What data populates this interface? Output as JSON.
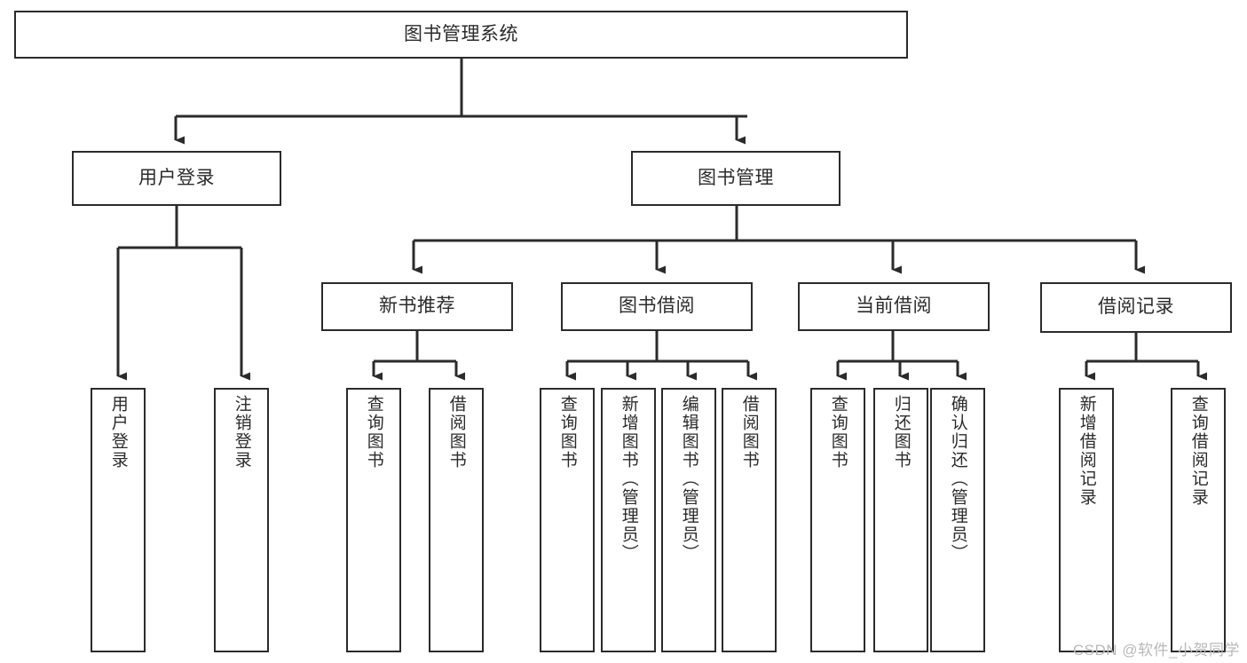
{
  "diagram": {
    "type": "tree-hierarchy",
    "title": "图书管理系统",
    "watermark": "CSDN @软件_小贺同学",
    "colors": {
      "box_border": "#2b2b2b",
      "box_fill": "#ffffff",
      "connector": "#2b2b2b",
      "text": "#2b2b2b",
      "watermark": "#b9b9b9",
      "background": "#ffffff"
    },
    "levels": {
      "root": {
        "label": "图书管理系统"
      },
      "level2": [
        {
          "id": "user-login",
          "label": "用户登录"
        },
        {
          "id": "book-management",
          "label": "图书管理"
        }
      ],
      "level3": [
        {
          "id": "new-book-recommend",
          "label": "新书推荐",
          "parent": "book-management"
        },
        {
          "id": "book-borrow",
          "label": "图书借阅",
          "parent": "book-management"
        },
        {
          "id": "current-borrow",
          "label": "当前借阅",
          "parent": "book-management"
        },
        {
          "id": "borrow-record",
          "label": "借阅记录",
          "parent": "book-management"
        }
      ],
      "leaves": [
        {
          "id": "leaf-user-login",
          "label": "用户登录",
          "parent": "user-login"
        },
        {
          "id": "leaf-logout-login",
          "label": "注销登录",
          "parent": "user-login"
        },
        {
          "id": "leaf-query-book-1",
          "label": "查询图书",
          "parent": "new-book-recommend"
        },
        {
          "id": "leaf-borrow-book-1",
          "label": "借阅图书",
          "parent": "new-book-recommend"
        },
        {
          "id": "leaf-query-book-2",
          "label": "查询图书",
          "parent": "book-borrow"
        },
        {
          "id": "leaf-add-book",
          "label": "新增图书（管理员）",
          "parent": "book-borrow"
        },
        {
          "id": "leaf-edit-book",
          "label": "编辑图书（管理员）",
          "parent": "book-borrow"
        },
        {
          "id": "leaf-borrow-book-2",
          "label": "借阅图书",
          "parent": "book-borrow"
        },
        {
          "id": "leaf-query-book-3",
          "label": "查询图书",
          "parent": "current-borrow"
        },
        {
          "id": "leaf-return-book",
          "label": "归还图书",
          "parent": "current-borrow"
        },
        {
          "id": "leaf-confirm-return",
          "label": "确认归还（管理员）",
          "parent": "current-borrow"
        },
        {
          "id": "leaf-add-record",
          "label": "新增借阅记录",
          "parent": "borrow-record"
        },
        {
          "id": "leaf-query-record",
          "label": "查询借阅记录",
          "parent": "borrow-record"
        }
      ]
    }
  }
}
